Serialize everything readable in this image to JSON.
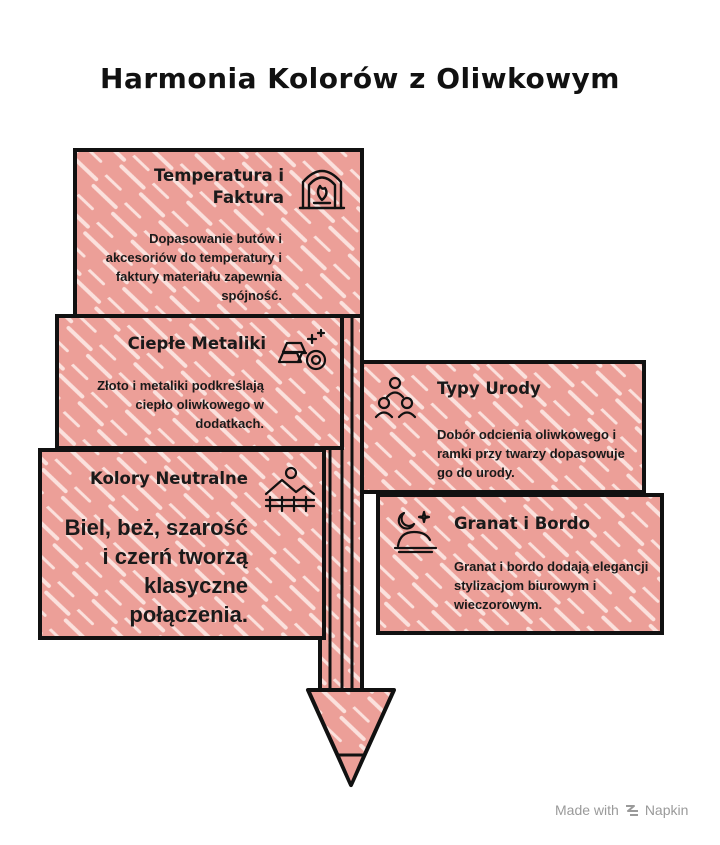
{
  "title": "Harmonia Kolorów z Oliwkowym",
  "colors": {
    "fill": "#ec9f98",
    "hatch": "#fbe1dd",
    "stroke": "#111111"
  },
  "cards": [
    {
      "heading": "Temperatura i Faktura",
      "heading_line1": "Temperatura i",
      "heading_line2": "Faktura",
      "body": "Dopasowanie butów i akcesoriów do temperatury i faktury materiału zapewnia spójność.",
      "icon": "fireplace-icon"
    },
    {
      "heading": "Ciepłe Metaliki",
      "body": "Złoto i metaliki podkreślają ciepło oliwkowego w dodatkach.",
      "icon": "gold-bars-icon"
    },
    {
      "heading": "Kolory Neutralne",
      "body": "Biel, beż, szarość i czerń tworzą klasyczne połączenia.",
      "icon": "landscape-fence-icon"
    },
    {
      "heading": "Typy Urody",
      "body": "Dobór odcienia oliwkowego i ramki przy twarzy dopasowuje go do urody.",
      "icon": "people-group-icon"
    },
    {
      "heading": "Granat i Bordo",
      "body": "Granat i bordo dodają elegancji stylizacjom biurowym i wieczorowym.",
      "icon": "dinner-night-icon"
    }
  ],
  "footer": {
    "made_with": "Made with",
    "brand": "Napkin"
  }
}
